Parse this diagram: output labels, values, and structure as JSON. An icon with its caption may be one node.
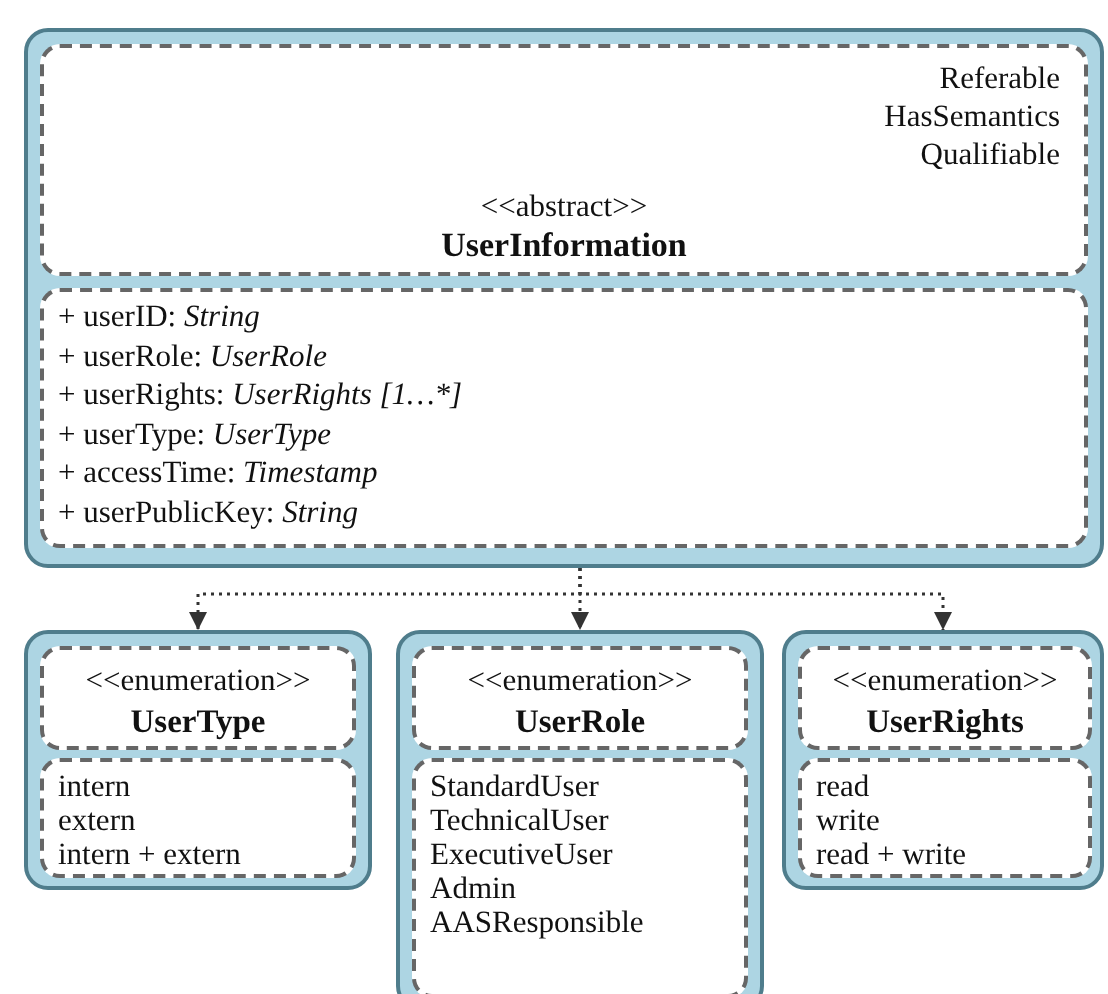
{
  "diagram": {
    "nodes": [
      {
        "text": [],
        "shape": "box"
      },
      {
        "text": [
          "Referable HasSemantics Qualifiable",
          "<<abstract>>",
          "UserInformation"
        ],
        "in": 0
      },
      {
        "text": [
          "+ userID: String",
          "+ userRole: UserRole",
          "+ userRights: UserRights [1…*]",
          "+ userType: UserType",
          "+ accessTime: Timestamp",
          "+ userPublicKey: String"
        ],
        "in": 0
      },
      {
        "text": [],
        "shape": "box"
      },
      {
        "text": [
          "<<enumeration>>",
          "UserType"
        ],
        "in": 3
      },
      {
        "text": [
          "intern",
          "extern",
          "intern + extern"
        ],
        "in": 3
      },
      {
        "text": [],
        "shape": "box"
      },
      {
        "text": [
          "<<enumeration>>",
          "UserRole"
        ],
        "in": 6
      },
      {
        "text": [
          "StandardUser",
          "TechnicalUser",
          "ExecutiveUser",
          "Admin",
          "AASResponsible"
        ],
        "in": 6
      },
      {
        "text": [],
        "shape": "box"
      },
      {
        "text": [
          "<<enumeration>>",
          "UserRights"
        ],
        "in": 9
      },
      {
        "text": [
          "read",
          "write",
          "read + write"
        ],
        "in": 9
      }
    ],
    "edges": [
      {
        "from": 0,
        "to": 3,
        "arrow": "to",
        "style": "dashed"
      },
      {
        "from": 0,
        "to": 6,
        "arrow": "to",
        "style": "dashed"
      },
      {
        "from": 0,
        "to": 9,
        "arrow": "to",
        "style": "dashed"
      }
    ]
  }
}
